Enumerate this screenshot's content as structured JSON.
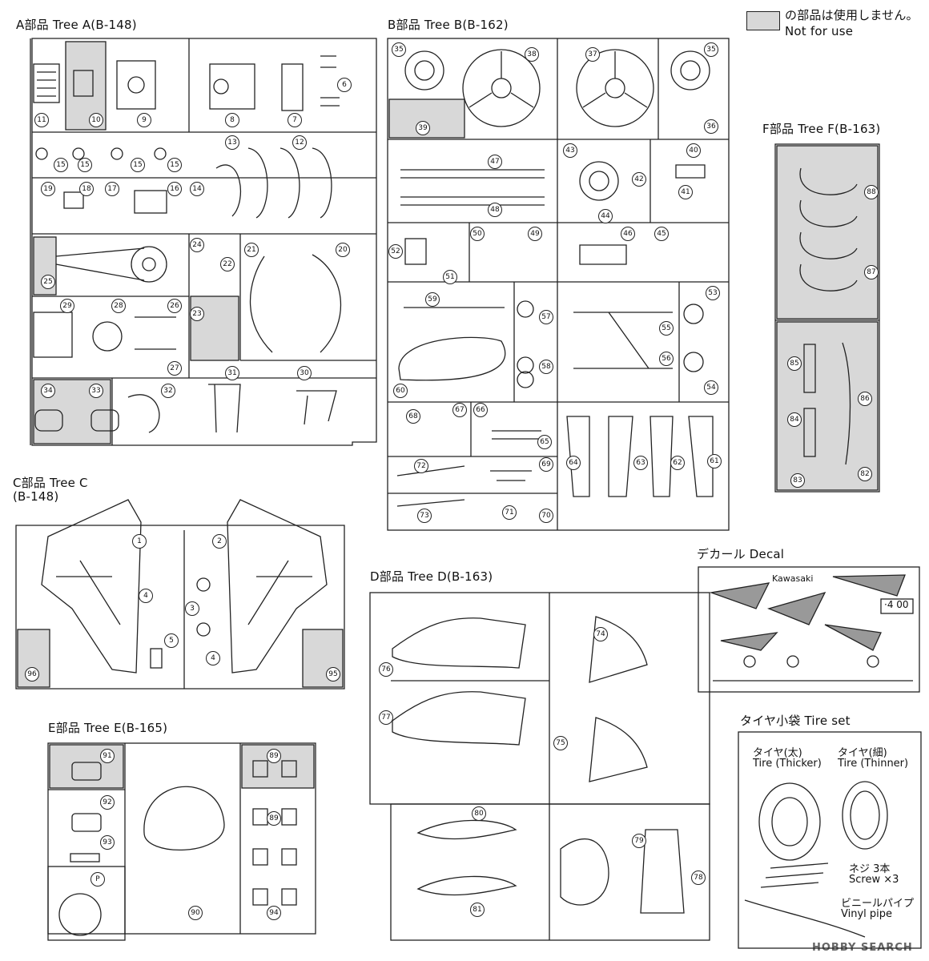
{
  "trees": {
    "a": {
      "title": "A部品 Tree A(B-148)"
    },
    "b": {
      "title": "B部品 Tree B(B-162)"
    },
    "c": {
      "title": "C部品 Tree C",
      "subtitle": "(B-148)"
    },
    "d": {
      "title": "D部品 Tree D(B-163)"
    },
    "e": {
      "title": "E部品 Tree E(B-165)"
    },
    "f": {
      "title": "F部品 Tree F(B-163)"
    }
  },
  "legend": {
    "jp": "の部品は使用しません。",
    "en": "Not for use"
  },
  "decal": {
    "title": "デカール Decal",
    "brand": "Kawasaki",
    "number": "·4 00"
  },
  "tire_set": {
    "title": "タイヤ小袋 Tire set",
    "thick_jp": "タイヤ(太)",
    "thick_en": "Tire (Thicker)",
    "thin_jp": "タイヤ(細)",
    "thin_en": "Tire (Thinner)",
    "screw_jp": "ネジ 3本",
    "screw_en": "Screw ×3",
    "pipe_jp": "ビニールパイプ",
    "pipe_en": "Vinyl pipe"
  },
  "watermark": "HOBBY SEARCH",
  "part_numbers": {
    "a": [
      "11",
      "10",
      "9",
      "8",
      "7",
      "6",
      "15",
      "15",
      "15",
      "15",
      "13",
      "12",
      "14",
      "19",
      "18",
      "17",
      "16",
      "24",
      "25",
      "22",
      "21",
      "20",
      "29",
      "28",
      "26",
      "23",
      "27",
      "31",
      "30",
      "34",
      "33",
      "32"
    ],
    "b": [
      "35",
      "38",
      "37",
      "35",
      "39",
      "36",
      "47",
      "48",
      "43",
      "42",
      "40",
      "41",
      "44",
      "52",
      "50",
      "49",
      "51",
      "46",
      "45",
      "59",
      "57",
      "53",
      "55",
      "58",
      "56",
      "60",
      "54",
      "68",
      "67",
      "66",
      "65",
      "72",
      "69",
      "73",
      "71",
      "70",
      "64",
      "63",
      "62",
      "61"
    ],
    "c": [
      "1",
      "2",
      "4",
      "3",
      "5",
      "4",
      "96",
      "95"
    ],
    "d": [
      "74",
      "76",
      "77",
      "75",
      "80",
      "81",
      "79",
      "78"
    ],
    "e": [
      "91",
      "89",
      "92",
      "89",
      "93",
      "94",
      "90",
      "P"
    ],
    "f": [
      "88",
      "87",
      "85",
      "86",
      "84",
      "83",
      "82"
    ]
  }
}
